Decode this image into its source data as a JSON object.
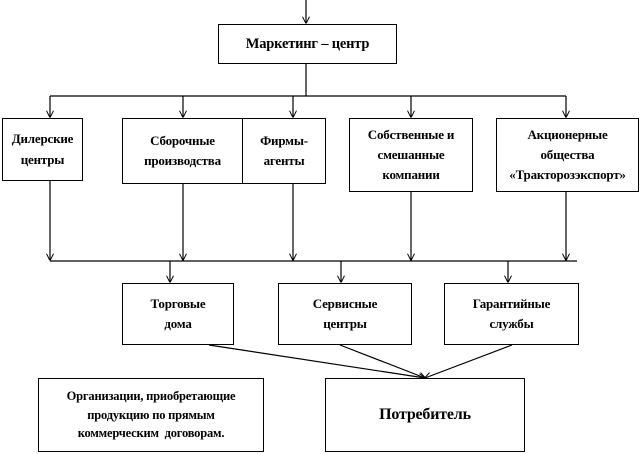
{
  "diagram": {
    "top_box": {
      "label": "Маркетинг – центр"
    },
    "level1": [
      {
        "lines": [
          "Дилерские",
          "центры"
        ]
      },
      {
        "lines": [
          "Сборочные",
          "производства"
        ]
      },
      {
        "lines": [
          "Фирмы-",
          "агенты"
        ]
      },
      {
        "lines": [
          "Собственные и",
          "смешанные",
          "компании"
        ]
      },
      {
        "lines": [
          "Акционерные",
          "общества",
          "«Тракторозэкспорт»"
        ]
      }
    ],
    "level2": [
      {
        "lines": [
          "Торговые",
          "дома"
        ]
      },
      {
        "lines": [
          "Сервисные",
          "центры"
        ]
      },
      {
        "lines": [
          "Гарантийные",
          "службы"
        ]
      }
    ],
    "organizations": {
      "lines": [
        "Организации, приобретающие",
        "продукцию по прямым",
        "коммерческим  договорам."
      ]
    },
    "consumer": {
      "label": "Потребитель"
    }
  }
}
